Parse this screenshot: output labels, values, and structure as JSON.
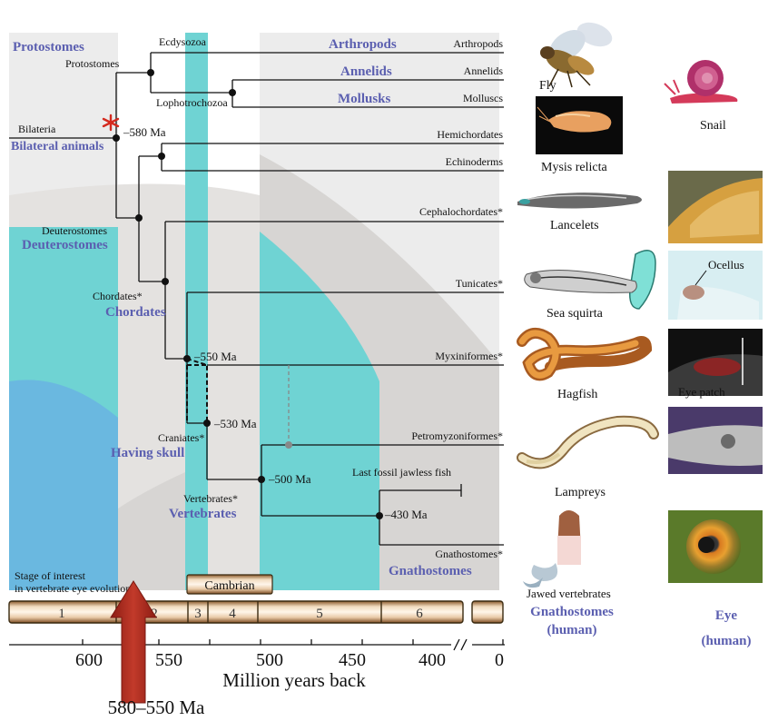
{
  "clade_labels": {
    "protostomes": "Protostomes",
    "bilateral": "Bilateral animals",
    "deuterostomes": "Deuterostomes",
    "chordates": "Chordates",
    "having_skull": "Having skull",
    "vertebrates": "Vertebrates",
    "gnathostomes": "Gnathostomes",
    "arthropods": "Arthropods",
    "annelids": "Annelids",
    "mollusks": "Mollusks"
  },
  "node_labels": {
    "protostomes": "Protostomes",
    "ecdysozoa": "Ecdysozoa",
    "lophotrochozoa": "Lophotrochozoa",
    "bilateria": "Bilateria",
    "deuterostomes": "Deuterostomes",
    "chordates": "Chordates*",
    "craniates": "Craniates*",
    "vertebrates": "Vertebrates*"
  },
  "node_ages": {
    "bilateria": "–580 Ma",
    "craniates_top": "–550 Ma",
    "craniates": "–530 Ma",
    "vertebrates": "–500 Ma",
    "gnathostomes": "–430 Ma"
  },
  "tip_labels": {
    "arthropods": "Arthropods",
    "annelids": "Annelids",
    "molluscs": "Molluscs",
    "hemichordates": "Hemichordates",
    "echinoderms": "Echinoderms",
    "cephalochordates": "Cephalochordates*",
    "tunicates": "Tunicates*",
    "myxiniformes": "Myxiniformes*",
    "petromyzoniformes": "Petromyzoniformes*",
    "last_fossil": "Last fossil jawless fish",
    "gnathostomes": "Gnathostomes*"
  },
  "images": {
    "fly": "Fly",
    "snail": "Snail",
    "mysis": "Mysis relicta",
    "lancelets": "Lancelets",
    "sea_squirt": "Sea squirta",
    "ocellus": "Ocellus",
    "hagfish": "Hagfish",
    "eye_patch": "Eye patch",
    "lampreys": "Lampreys",
    "jawed": "Jawed vertebrates"
  },
  "bottom": {
    "gnathostomes_human_1": "Gnathostomes",
    "gnathostomes_human_2": "(human)",
    "eye_human_1": "Eye",
    "eye_human_2": "(human)",
    "stage_1": "Stage of interest",
    "stage_2": "in vertebrate eye evolution",
    "cambrian": "Cambrian",
    "period_labels": [
      "1",
      "2",
      "3",
      "4",
      "5",
      "6"
    ],
    "axis_ticks": [
      "600",
      "550",
      "500",
      "450",
      "400",
      "0"
    ],
    "axis_title": "Million years back",
    "arrow_label": "580–550 Ma"
  },
  "colors": {
    "clade_blue": "#5b5fb0",
    "cyan": "#6fd3d3",
    "blue_fill": "#6ab8e0",
    "grey_band": "#d7d5d3",
    "light_grey": "#ececec",
    "arrow_red": "#b02a1f",
    "star_red": "#d42a1f"
  }
}
